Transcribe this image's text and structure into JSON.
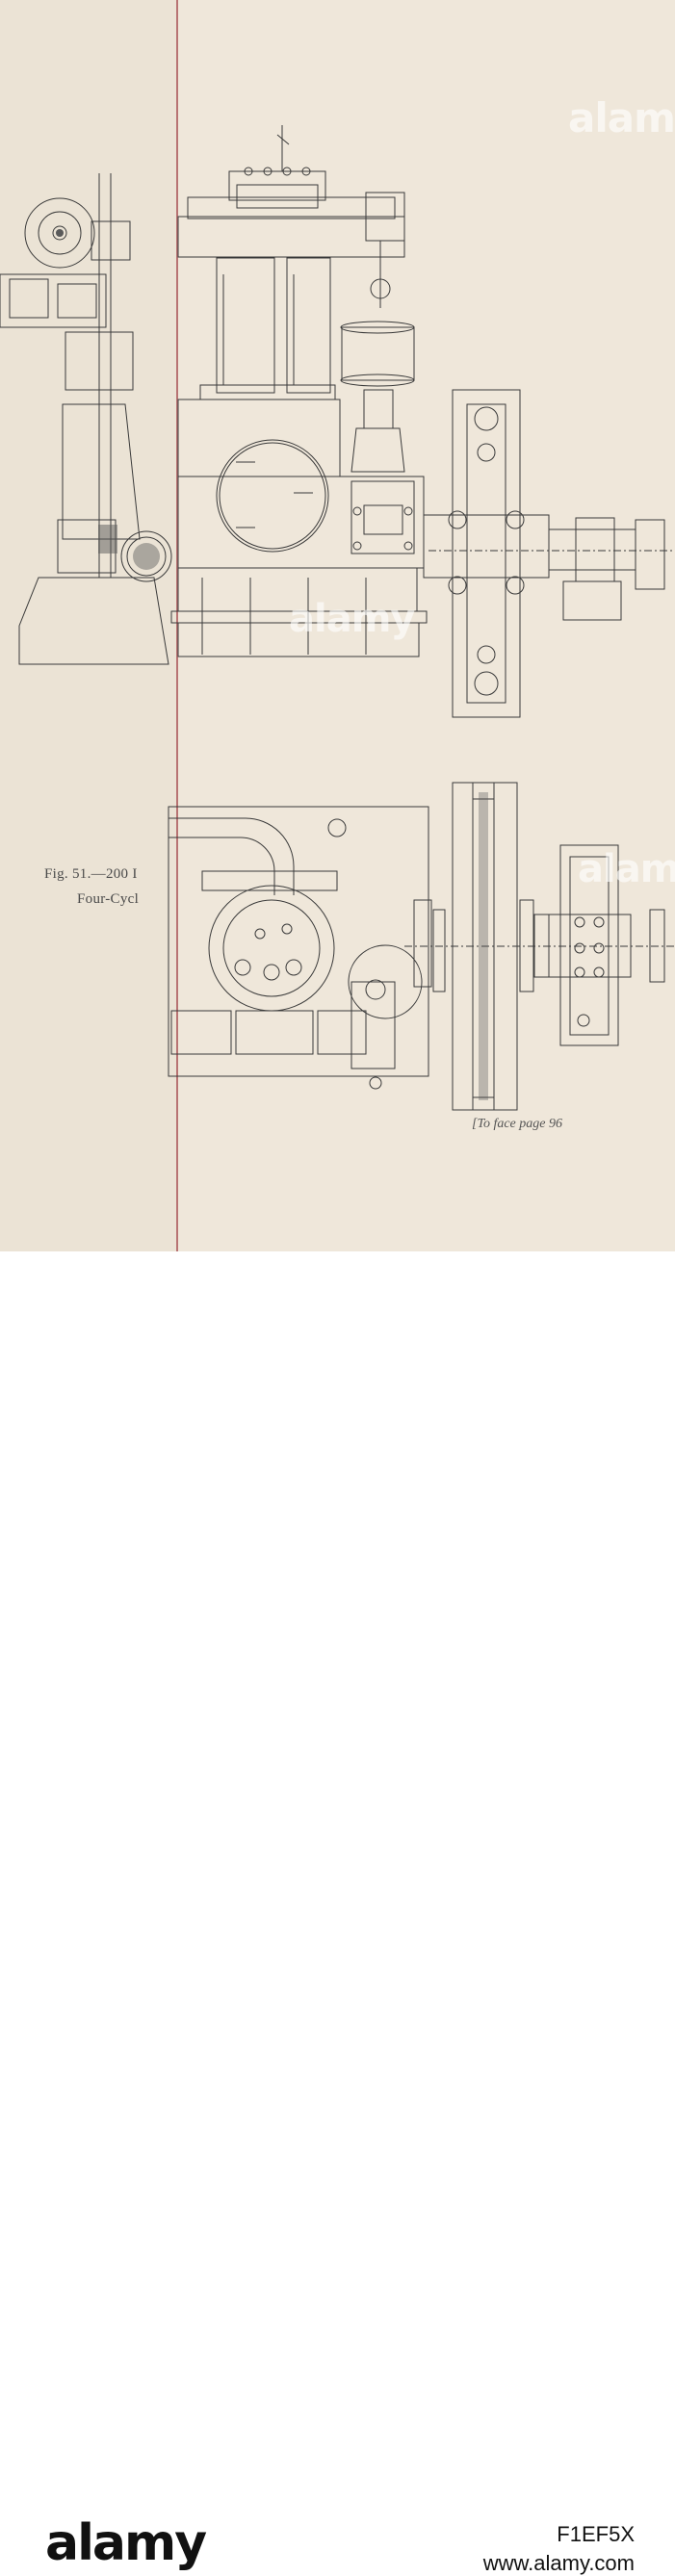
{
  "figure": {
    "caption_line1": "Fig. 51.—200 I",
    "caption_line2": "Four-Cycl",
    "face_page": "[To face page 96"
  },
  "watermarks": {
    "logo_text": "alamy",
    "mark_glyph": "a"
  },
  "footer": {
    "logo": "alamy",
    "image_id": "F1EF5X",
    "url": "www.alamy.com"
  },
  "colors": {
    "paper": "#efe7da",
    "ink": "#3a3a3a",
    "fold_line": "#b87373"
  }
}
